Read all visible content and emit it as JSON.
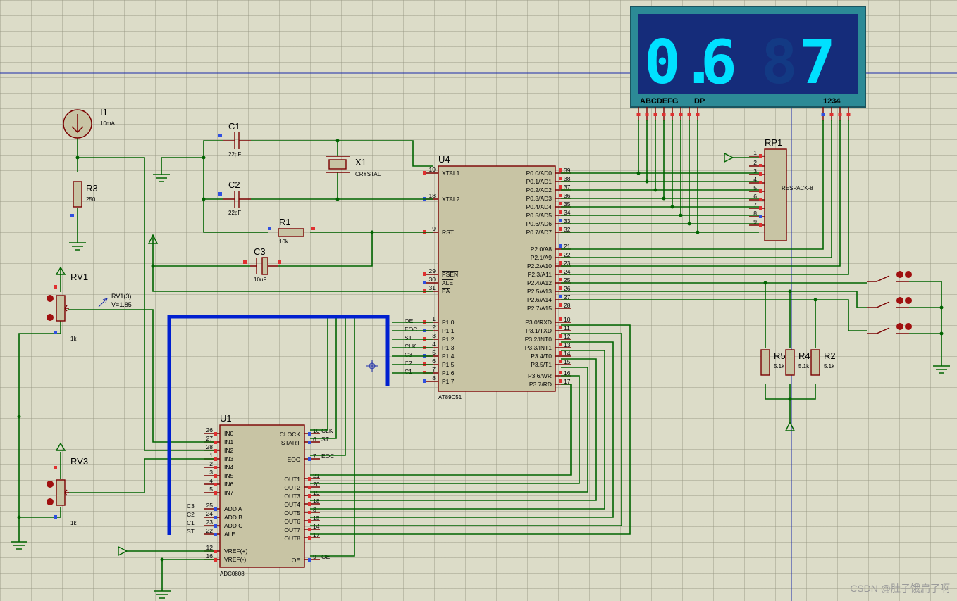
{
  "display": {
    "digits": [
      "0",
      ".",
      "6",
      "7",
      "6"
    ],
    "seg_label": "ABCDEFG",
    "dp_label": "DP",
    "com_label": "1234"
  },
  "u4": {
    "ref": "U4",
    "part": "AT89C51",
    "left": [
      {
        "n": "19",
        "l": "XTAL1"
      },
      {
        "n": "18",
        "l": "XTAL2"
      },
      {
        "n": "9",
        "l": "RST"
      },
      {
        "n": "29",
        "l": "PSEN"
      },
      {
        "n": "30",
        "l": "ALE"
      },
      {
        "n": "31",
        "l": "EA"
      },
      {
        "n": "1",
        "l": "P1.0",
        "net": "OE"
      },
      {
        "n": "2",
        "l": "P1.1",
        "net": "EOC"
      },
      {
        "n": "3",
        "l": "P1.2",
        "net": "ST"
      },
      {
        "n": "4",
        "l": "P1.3",
        "net": "CLK"
      },
      {
        "n": "5",
        "l": "P1.4",
        "net": "C3"
      },
      {
        "n": "6",
        "l": "P1.5",
        "net": "C2"
      },
      {
        "n": "7",
        "l": "P1.6",
        "net": "C1"
      },
      {
        "n": "8",
        "l": "P1.7",
        "net": ""
      }
    ],
    "right": [
      {
        "n": "39",
        "l": "P0.0/AD0"
      },
      {
        "n": "38",
        "l": "P0.1/AD1"
      },
      {
        "n": "37",
        "l": "P0.2/AD2"
      },
      {
        "n": "36",
        "l": "P0.3/AD3"
      },
      {
        "n": "35",
        "l": "P0.4/AD4"
      },
      {
        "n": "34",
        "l": "P0.5/AD5"
      },
      {
        "n": "33",
        "l": "P0.6/AD6"
      },
      {
        "n": "32",
        "l": "P0.7/AD7"
      },
      {
        "n": "21",
        "l": "P2.0/A8"
      },
      {
        "n": "22",
        "l": "P2.1/A9"
      },
      {
        "n": "23",
        "l": "P2.2/A10"
      },
      {
        "n": "24",
        "l": "P2.3/A11"
      },
      {
        "n": "25",
        "l": "P2.4/A12"
      },
      {
        "n": "26",
        "l": "P2.5/A13"
      },
      {
        "n": "27",
        "l": "P2.6/A14"
      },
      {
        "n": "28",
        "l": "P2.7/A15"
      },
      {
        "n": "10",
        "l": "P3.0/RXD"
      },
      {
        "n": "11",
        "l": "P3.1/TXD"
      },
      {
        "n": "12",
        "l": "P3.2/INT0"
      },
      {
        "n": "13",
        "l": "P3.3/INT1"
      },
      {
        "n": "14",
        "l": "P3.4/T0"
      },
      {
        "n": "15",
        "l": "P3.5/T1"
      },
      {
        "n": "16",
        "l": "P3.6/WR"
      },
      {
        "n": "17",
        "l": "P3.7/RD"
      }
    ]
  },
  "u1": {
    "ref": "U1",
    "part": "ADC0808",
    "left": [
      {
        "n": "26",
        "l": "IN0"
      },
      {
        "n": "27",
        "l": "IN1"
      },
      {
        "n": "28",
        "l": "IN2"
      },
      {
        "n": "1",
        "l": "IN3"
      },
      {
        "n": "2",
        "l": "IN4"
      },
      {
        "n": "3",
        "l": "IN5"
      },
      {
        "n": "4",
        "l": "IN6"
      },
      {
        "n": "5",
        "l": "IN7"
      },
      {
        "n": "25",
        "l": "ADD A",
        "net": "C3"
      },
      {
        "n": "24",
        "l": "ADD B",
        "net": "C2"
      },
      {
        "n": "23",
        "l": "ADD C",
        "net": "C1"
      },
      {
        "n": "22",
        "l": "ALE",
        "net": "ST"
      },
      {
        "n": "12",
        "l": "VREF(+)"
      },
      {
        "n": "16",
        "l": "VREF(-)"
      }
    ],
    "right": [
      {
        "n": "10",
        "l": "CLOCK",
        "net": "CLK"
      },
      {
        "n": "6",
        "l": "START",
        "net": "ST"
      },
      {
        "n": "7",
        "l": "EOC",
        "net": "EOC"
      },
      {
        "n": "21",
        "l": "OUT1"
      },
      {
        "n": "20",
        "l": "OUT2"
      },
      {
        "n": "19",
        "l": "OUT3"
      },
      {
        "n": "18",
        "l": "OUT4"
      },
      {
        "n": "8",
        "l": "OUT5"
      },
      {
        "n": "15",
        "l": "OUT6"
      },
      {
        "n": "14",
        "l": "OUT7"
      },
      {
        "n": "17",
        "l": "OUT8"
      },
      {
        "n": "9",
        "l": "OE",
        "net": "OE"
      }
    ]
  },
  "rp1": {
    "ref": "RP1",
    "part": "RESPACK-8",
    "pins": [
      "1",
      "2",
      "3",
      "4",
      "5",
      "6",
      "7",
      "8",
      "9"
    ]
  },
  "parts": {
    "i1": {
      "ref": "I1",
      "val": "10mA"
    },
    "r3": {
      "ref": "R3",
      "val": "250"
    },
    "rv1": {
      "ref": "RV1",
      "val": "1k",
      "probe": "RV1(3)",
      "probe_val": "V=1.85"
    },
    "rv3": {
      "ref": "RV3",
      "val": "1k"
    },
    "c1": {
      "ref": "C1",
      "val": "22pF"
    },
    "c2": {
      "ref": "C2",
      "val": "22pF"
    },
    "x1": {
      "ref": "X1",
      "val": "CRYSTAL"
    },
    "r1": {
      "ref": "R1",
      "val": "10k"
    },
    "c3": {
      "ref": "C3",
      "val": "10uF"
    },
    "r5": {
      "ref": "R5",
      "val": "5.1k"
    },
    "r4": {
      "ref": "R4",
      "val": "5.1k"
    },
    "r2": {
      "ref": "R2",
      "val": "5.1k"
    }
  },
  "watermark": "CSDN @肚子饿扁了啊"
}
